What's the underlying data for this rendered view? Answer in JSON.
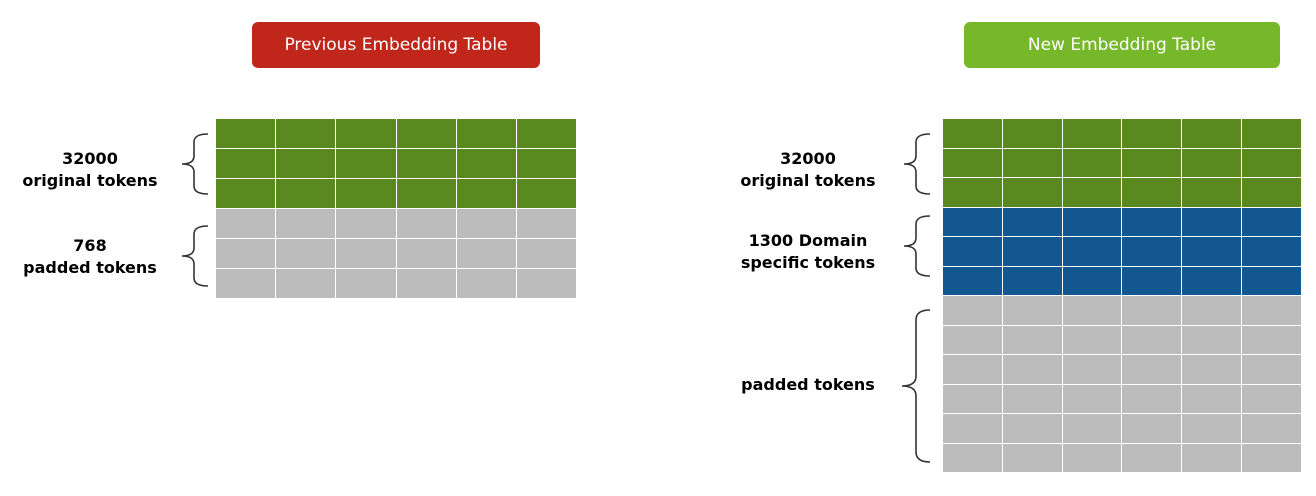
{
  "colors": {
    "prev_badge": "#c1261b",
    "new_badge": "#76b82a",
    "original": "#5a8a1f",
    "domain": "#12578f",
    "padded": "#bcbcbc",
    "grid_line": "#ffffff"
  },
  "left_panel": {
    "title": "Previous Embedding Table",
    "groups": [
      {
        "line1": "32000",
        "line2": "original tokens",
        "rows": 3,
        "kind": "original"
      },
      {
        "line1": "768",
        "line2": "padded tokens",
        "rows": 3,
        "kind": "padded"
      }
    ]
  },
  "right_panel": {
    "title": "New Embedding Table",
    "groups": [
      {
        "line1": "32000",
        "line2": "original tokens",
        "rows": 3,
        "kind": "original"
      },
      {
        "line1": "1300 Domain",
        "line2": "specific tokens",
        "rows": 3,
        "kind": "domain"
      },
      {
        "line1": "padded tokens",
        "line2": "",
        "rows": 6,
        "kind": "padded"
      }
    ]
  }
}
